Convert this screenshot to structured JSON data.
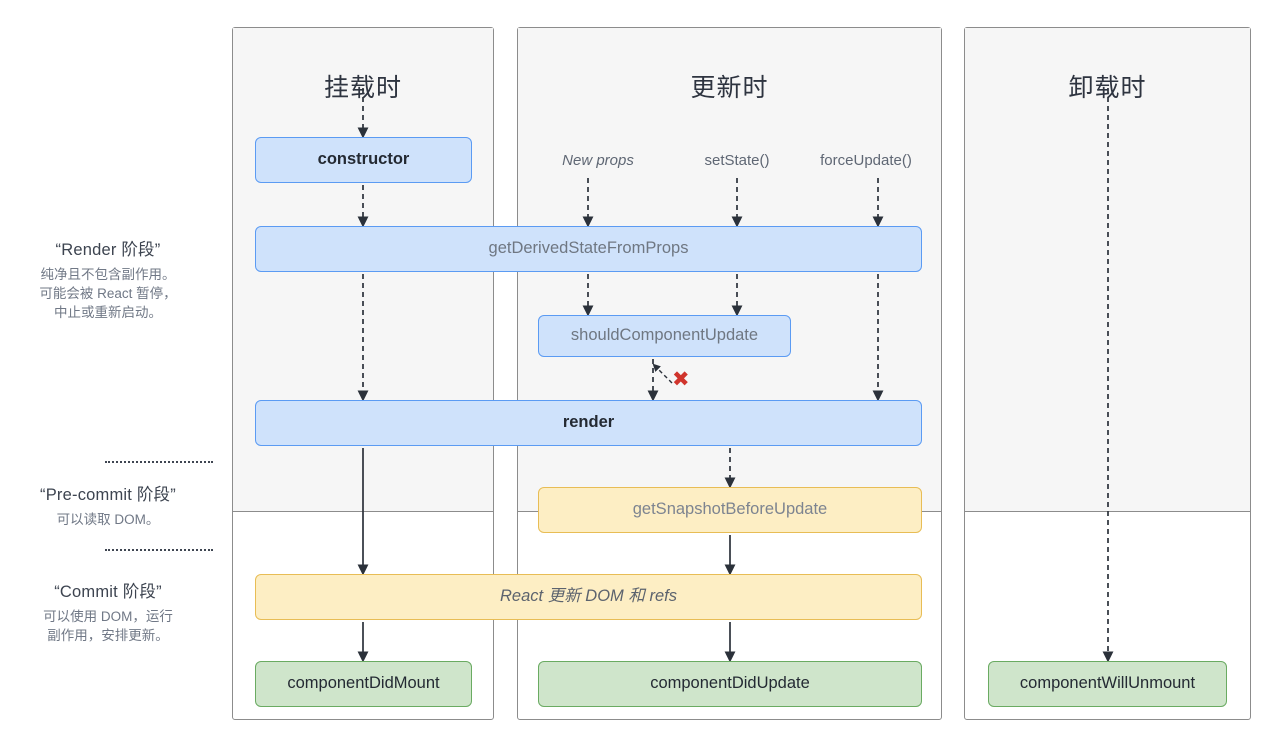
{
  "legend": [
    {
      "id": "render-phase",
      "title": "“Render 阶段”",
      "lines": [
        "纯净且不包含副作用。",
        "可能会被 React 暂停，",
        "中止或重新启动。"
      ]
    },
    {
      "id": "pre-commit-phase",
      "title": "“Pre-commit 阶段”",
      "lines": [
        "可以读取 DOM。"
      ]
    },
    {
      "id": "commit-phase",
      "title": "“Commit 阶段”",
      "lines": [
        "可以使用 DOM，运行",
        "副作用，安排更新。"
      ]
    }
  ],
  "columns": [
    {
      "id": "mounting",
      "title": "挂载时"
    },
    {
      "id": "updating",
      "title": "更新时"
    },
    {
      "id": "unmounting",
      "title": "卸载时"
    }
  ],
  "triggers": [
    {
      "id": "new-props",
      "label": "New props"
    },
    {
      "id": "set-state",
      "label": "setState()"
    },
    {
      "id": "force-update",
      "label": "forceUpdate()"
    }
  ],
  "nodes": {
    "constructor": "constructor",
    "get_derived_state_from_props": "getDerivedStateFromProps",
    "should_component_update": "shouldComponentUpdate",
    "render": "render",
    "get_snapshot_before_update": "getSnapshotBeforeUpdate",
    "react_updates_dom": "React 更新 DOM 和 refs",
    "component_did_mount": "componentDidMount",
    "component_did_update": "componentDidUpdate",
    "component_will_unmount": "componentWillUnmount"
  },
  "markers": {
    "skip_update_x": "✖"
  },
  "colors": {
    "render_phase_fill": "#cfe2fb",
    "render_phase_stroke": "#5b9bf3",
    "pre_commit_fill": "#fdeec4",
    "pre_commit_stroke": "#e8bd55",
    "commit_fill": "#cfe5cb",
    "commit_stroke": "#6aab62",
    "skip_marker": "#d0342c",
    "panel_shade": "#f6f6f6",
    "panel_border": "#8c8c8c"
  }
}
